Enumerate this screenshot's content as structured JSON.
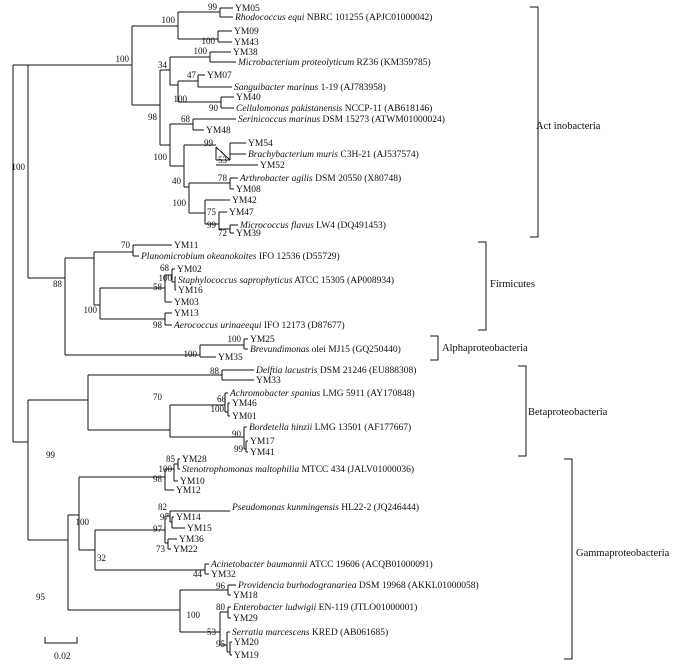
{
  "groups": [
    "Act inobacteria",
    "Firmicutes",
    "Alphaproteobacteria",
    "Betaproteobacteria",
    "Gammaproteobacteria"
  ],
  "scale_label": "0.02",
  "leaves": [
    {
      "label": "YM05"
    },
    {
      "sp": "Rhodococcus equi",
      "rest": " NBRC 101255 (APJC01000042)"
    },
    {
      "label": "YM09"
    },
    {
      "label": "YM43"
    },
    {
      "label": "YM38"
    },
    {
      "sp": "Microbacterium proteolyticum",
      "rest": " RZ36 (KM359785)"
    },
    {
      "label": "YM07"
    },
    {
      "sp": "Sanguibacter marinus",
      "rest": " 1-19 (AJ783958)"
    },
    {
      "label": "YM40"
    },
    {
      "sp": "Cellulomonas pakistanensis",
      "rest": " NCCP-11 (AB618146)"
    },
    {
      "sp": "Serinicoccus marinus",
      "rest": " DSM 15273 (ATWM01000024)"
    },
    {
      "label": "YM48"
    },
    {
      "label": "YM54"
    },
    {
      "sp": "Brachybacterium muris",
      "rest": " C3H-21 (AJ537574)"
    },
    {
      "label": "YM52"
    },
    {
      "sp": "Arthrobacter agilis",
      "rest": " DSM 20550 (X80748)"
    },
    {
      "label": "YM08"
    },
    {
      "label": "YM42"
    },
    {
      "label": "YM47"
    },
    {
      "sp": "Micrococcus flavus",
      "rest": " LW4 (DQ491453)"
    },
    {
      "label": "YM39"
    },
    {
      "label": "YM11"
    },
    {
      "sp": "Planomicrobium okeanokoites",
      "rest": " IFO 12536 (D55729)"
    },
    {
      "label": "YM02"
    },
    {
      "sp": "Staphylococcus saprophyticus",
      "rest": " ATCC 15305 (AP008934)"
    },
    {
      "label": "YM16"
    },
    {
      "label": "YM03"
    },
    {
      "label": "YM13"
    },
    {
      "sp": "Aerococcus urinaeequi",
      "rest": " IFO 12173 (D87677)"
    },
    {
      "label": "YM25"
    },
    {
      "sp": "Brevundimonas",
      "rest": " olei MJ15 (GQ250440)"
    },
    {
      "label": "YM35"
    },
    {
      "sp": "Delftia lacustris",
      "rest": " DSM 21246 (EU888308)"
    },
    {
      "label": "YM33"
    },
    {
      "sp": "Achromobacter spanius",
      "rest": " LMG 5911 (AY170848)"
    },
    {
      "label": "YM46"
    },
    {
      "label": "YM01"
    },
    {
      "sp": "Bordetella hinzii",
      "rest": " LMG 13501 (AF177667)"
    },
    {
      "label": "YM17"
    },
    {
      "label": "YM41"
    },
    {
      "label": "YM28"
    },
    {
      "sp": "Stenotrophomonas maltophilia",
      "rest": " MTCC 434 (JALV01000036)"
    },
    {
      "label": "YM10"
    },
    {
      "label": "YM12"
    },
    {
      "sp": "Pseudomonas kunmingensis",
      "rest": " HL22-2 (JQ246444)"
    },
    {
      "label": "YM14"
    },
    {
      "label": "YM15"
    },
    {
      "label": "YM36"
    },
    {
      "label": "YM22"
    },
    {
      "sp": "Acinetobacter baumannii",
      "rest": " ATCC 19606 (ACQB01000091)"
    },
    {
      "label": "YM32"
    },
    {
      "sp": "Providencia burhodogranariea",
      "rest": " DSM 19968 (AKKL01000058)"
    },
    {
      "label": "YM18"
    },
    {
      "sp": "Enterobacter ludwigii",
      "rest": " EN-119 (JTLO01000001)"
    },
    {
      "label": "YM29"
    },
    {
      "sp": "Serratia marcescens",
      "rest": " KRED (AB061685)"
    },
    {
      "label": "YM20"
    },
    {
      "label": "YM19"
    }
  ],
  "bootstrap": [
    "99",
    "100",
    "100",
    "100",
    "34",
    "100",
    "47",
    "100",
    "90",
    "98",
    "68",
    "99",
    "53",
    "100",
    "78",
    "40",
    "100",
    "75",
    "99",
    "72",
    "100",
    "70",
    "68",
    "100",
    "58",
    "100",
    "98",
    "88",
    "100",
    "100",
    "88",
    "66",
    "100",
    "90",
    "99",
    "70",
    "85",
    "100",
    "98",
    "82",
    "97",
    "97",
    "73",
    "32",
    "100",
    "44",
    "99",
    "96",
    "80",
    "53",
    "95",
    "100",
    "95"
  ]
}
